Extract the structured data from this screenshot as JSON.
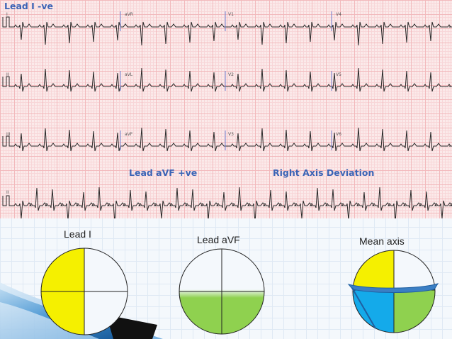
{
  "ecg": {
    "title_lead_i": "Lead I -ve",
    "title_avf": "Lead aVF +ve",
    "title_deviation": "Right Axis Deviation",
    "lead_labels": [
      "I",
      "aVR",
      "V1",
      "V4",
      "II",
      "aVL",
      "V2",
      "V5",
      "III",
      "aVF",
      "V3",
      "V6",
      "II"
    ]
  },
  "diagrams": {
    "lead_i_label": "Lead I",
    "lead_avf_label": "Lead aVF",
    "mean_axis_label": "Mean axis"
  },
  "colors": {
    "title_blue": "#3b63b5",
    "yellow": "#f5f000",
    "green": "#8fd14f",
    "cyan": "#14aaea",
    "quadrant_white": "#f4f8fc",
    "arrow_blue": "#1f5fa0"
  }
}
